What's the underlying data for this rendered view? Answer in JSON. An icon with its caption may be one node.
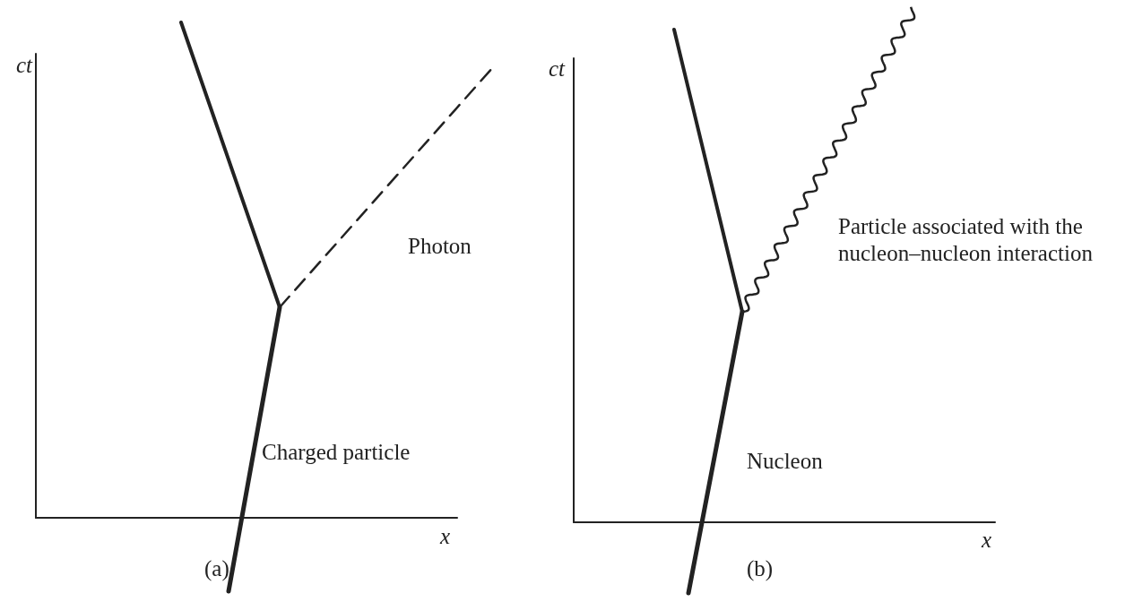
{
  "diagram": {
    "labels": [
      "ct",
      "x",
      "Photon",
      "Charged particle",
      "(a)",
      "ct",
      "x",
      "Particle associated with the nucleon–nucleon interaction",
      "Nucleon",
      "(b)"
    ]
  }
}
